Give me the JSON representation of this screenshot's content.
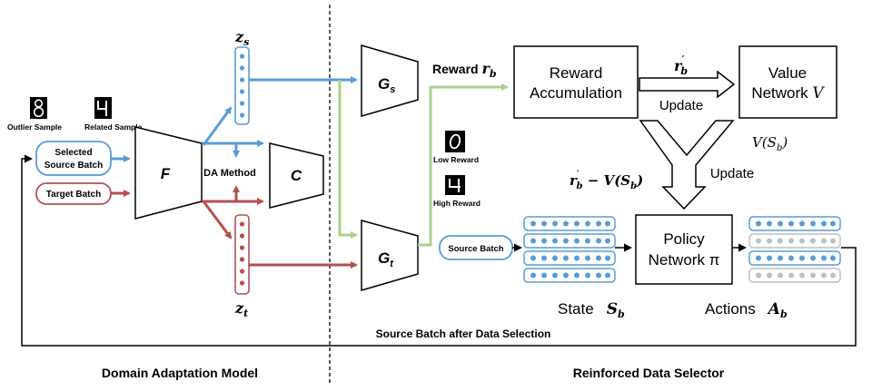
{
  "left_panel": {
    "title": "Domain Adaptation Model",
    "outlier_sample_label": "Outlier Sample",
    "related_sample_label": "Related Sample",
    "selected_source_batch_line1": "Selected",
    "selected_source_batch_line2": "Source Batch",
    "target_batch_label": "Target Batch",
    "feature_extractor_label": "F",
    "classifier_label": "C",
    "da_method_label": "DA Method",
    "zs_base": "z",
    "zs_sub": "s",
    "zt_base": "z",
    "zt_sub": "t"
  },
  "right_panel": {
    "title": "Reinforced Data Selector",
    "gs_base": "G",
    "gs_sub": "s",
    "gt_base": "G",
    "gt_sub": "t",
    "reward_label": "Reward",
    "reward_symbol": "r",
    "reward_sub": "b",
    "low_reward_label": "Low Reward",
    "high_reward_label": "High Reward",
    "reward_accumulation_line1": "Reward",
    "reward_accumulation_line2": "Accumulation",
    "value_network_line1": "Value",
    "value_network_line2": "Network",
    "value_network_symbol": "V",
    "r_prime_base": "r",
    "r_prime_sub": "b",
    "update_top_label": "Update",
    "v_of_s": "V(S",
    "v_of_s_sub": "b",
    "v_of_s_close": ")",
    "advantage_base": "r",
    "advantage_sub": "b",
    "advantage_rest": " − V(S",
    "advantage_sub2": "b",
    "advantage_close": ")",
    "update_mid_label": "Update",
    "source_batch_label": "Source Batch",
    "policy_network_line1": "Policy",
    "policy_network_line2": "Network π",
    "state_label": "State",
    "state_symbol": "S",
    "state_sub": "b",
    "actions_label": "Actions",
    "actions_symbol": "A",
    "actions_sub": "b",
    "feedback_label": "Source Batch after Data Selection"
  },
  "colors": {
    "source_blue": "#5b9bd5",
    "target_red": "#b3514f",
    "reward_green": "#a9d18e",
    "gray_dot": "#bfbfbf",
    "black": "#000000"
  },
  "icons": {
    "outlier_sample": "digit-8-icon",
    "related_sample": "digit-4-icon",
    "low_reward": "digit-0-icon",
    "high_reward": "digit-4-icon"
  }
}
